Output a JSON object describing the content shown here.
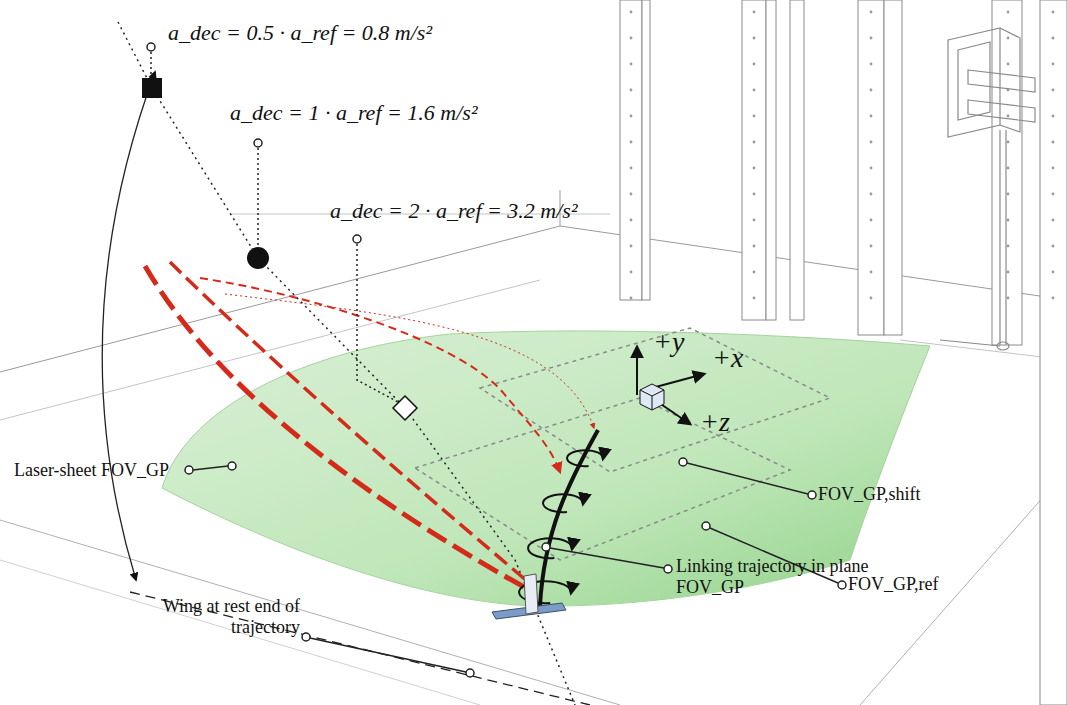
{
  "diagram": {
    "labels": [
      "a_dec = 0.5 · a_ref = 0.8 m/s²",
      "a_dec = 1 · a_ref = 1.6 m/s²",
      "a_dec = 2 · a_ref = 3.2 m/s²",
      "+y",
      "+x",
      "+z",
      "Laser-sheet FOV_GP",
      "FOV_GP,shift",
      "FOV_GP,ref",
      "Linking trajectory in plane FOV_GP",
      "Wing at rest end of trajectory"
    ]
  }
}
